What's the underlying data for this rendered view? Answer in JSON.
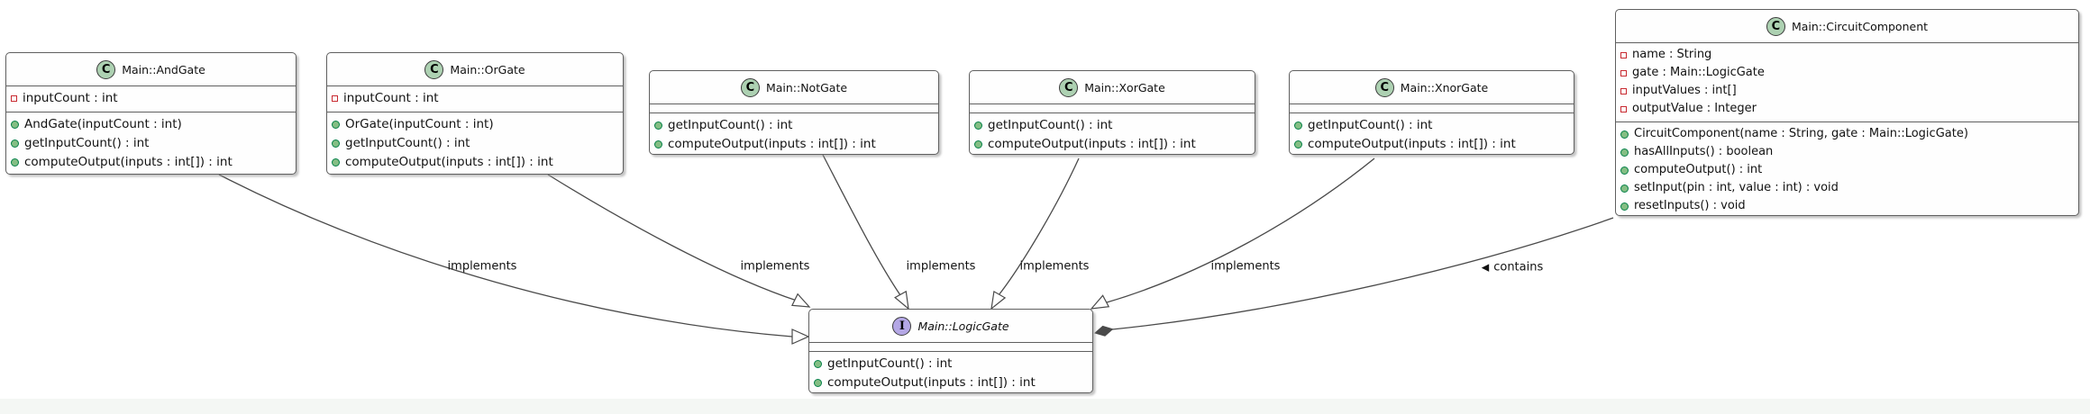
{
  "diagram_type": "uml-class-diagram",
  "colors": {
    "background": "#ffffff",
    "bottom_strip": "#f4f7f4",
    "box_fill": "#fefefe",
    "box_border": "#5f5f5f",
    "class_spot_fill": "#add1b2",
    "interface_spot_fill": "#b4a7e5",
    "field_icon_border": "#c82930",
    "method_icon_fill": "#84be84",
    "method_icon_border": "#038048",
    "edge_color": "#4a4a4a"
  },
  "classes": [
    {
      "id": "and-gate",
      "kind": "class",
      "icon_letter": "C",
      "title": "Main::AndGate",
      "fields": [
        "inputCount : int"
      ],
      "methods": [
        "AndGate(inputCount : int)",
        "getInputCount() : int",
        "computeOutput(inputs : int[]) : int"
      ]
    },
    {
      "id": "or-gate",
      "kind": "class",
      "icon_letter": "C",
      "title": "Main::OrGate",
      "fields": [
        "inputCount : int"
      ],
      "methods": [
        "OrGate(inputCount : int)",
        "getInputCount() : int",
        "computeOutput(inputs : int[]) : int"
      ]
    },
    {
      "id": "not-gate",
      "kind": "class",
      "icon_letter": "C",
      "title": "Main::NotGate",
      "fields": [],
      "methods": [
        "getInputCount() : int",
        "computeOutput(inputs : int[]) : int"
      ]
    },
    {
      "id": "xor-gate",
      "kind": "class",
      "icon_letter": "C",
      "title": "Main::XorGate",
      "fields": [],
      "methods": [
        "getInputCount() : int",
        "computeOutput(inputs : int[]) : int"
      ]
    },
    {
      "id": "xnor-gate",
      "kind": "class",
      "icon_letter": "C",
      "title": "Main::XnorGate",
      "fields": [],
      "methods": [
        "getInputCount() : int",
        "computeOutput(inputs : int[]) : int"
      ]
    },
    {
      "id": "circuit-component",
      "kind": "class",
      "icon_letter": "C",
      "title": "Main::CircuitComponent",
      "fields": [
        "name : String",
        "gate : Main::LogicGate",
        "inputValues : int[]",
        "outputValue : Integer"
      ],
      "methods": [
        "CircuitComponent(name : String, gate : Main::LogicGate)",
        "hasAllInputs() : boolean",
        "computeOutput() : int",
        "setInput(pin : int, value : int) : void",
        "resetInputs() : void"
      ]
    },
    {
      "id": "logic-gate",
      "kind": "interface",
      "icon_letter": "I",
      "title": "Main::LogicGate",
      "fields": [],
      "methods": [
        "getInputCount() : int",
        "computeOutput(inputs : int[]) : int"
      ]
    }
  ],
  "edges": {
    "labels": [
      "implements",
      "implements",
      "implements",
      "implements",
      "implements"
    ],
    "contains_marker": "◀",
    "contains_label": "contains"
  }
}
